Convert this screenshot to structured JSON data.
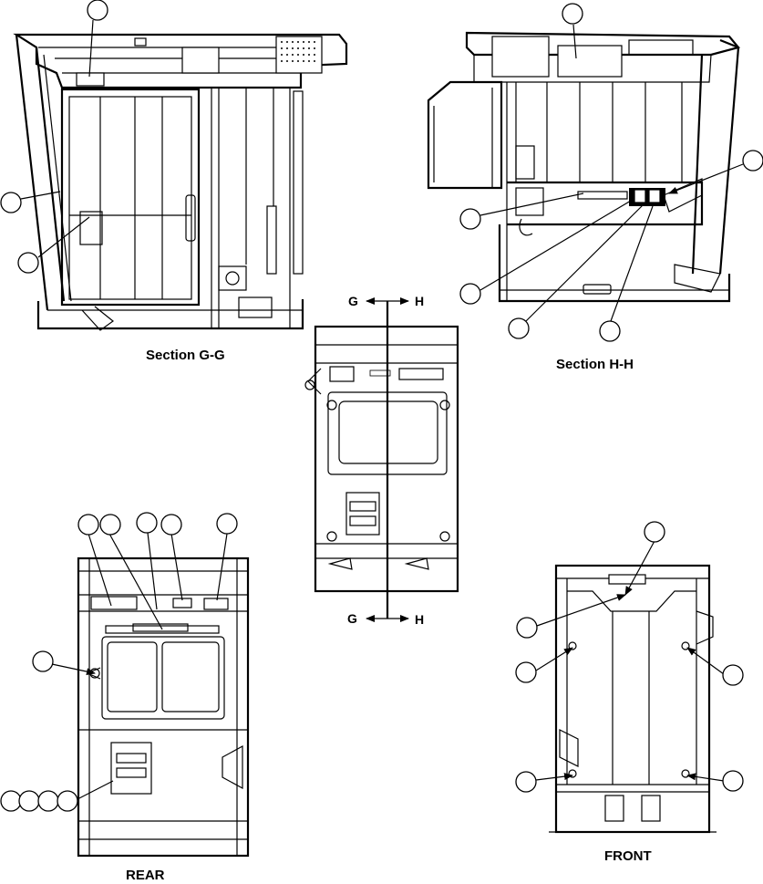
{
  "views": {
    "section_gg": {
      "label": "Section G-G"
    },
    "section_hh": {
      "label": "Section H-H"
    },
    "rear": {
      "label": "REAR"
    },
    "front": {
      "label": "FRONT"
    }
  },
  "cut_lines": {
    "top_left": "G",
    "top_right": "H",
    "bottom_left": "G",
    "bottom_right": "H"
  }
}
